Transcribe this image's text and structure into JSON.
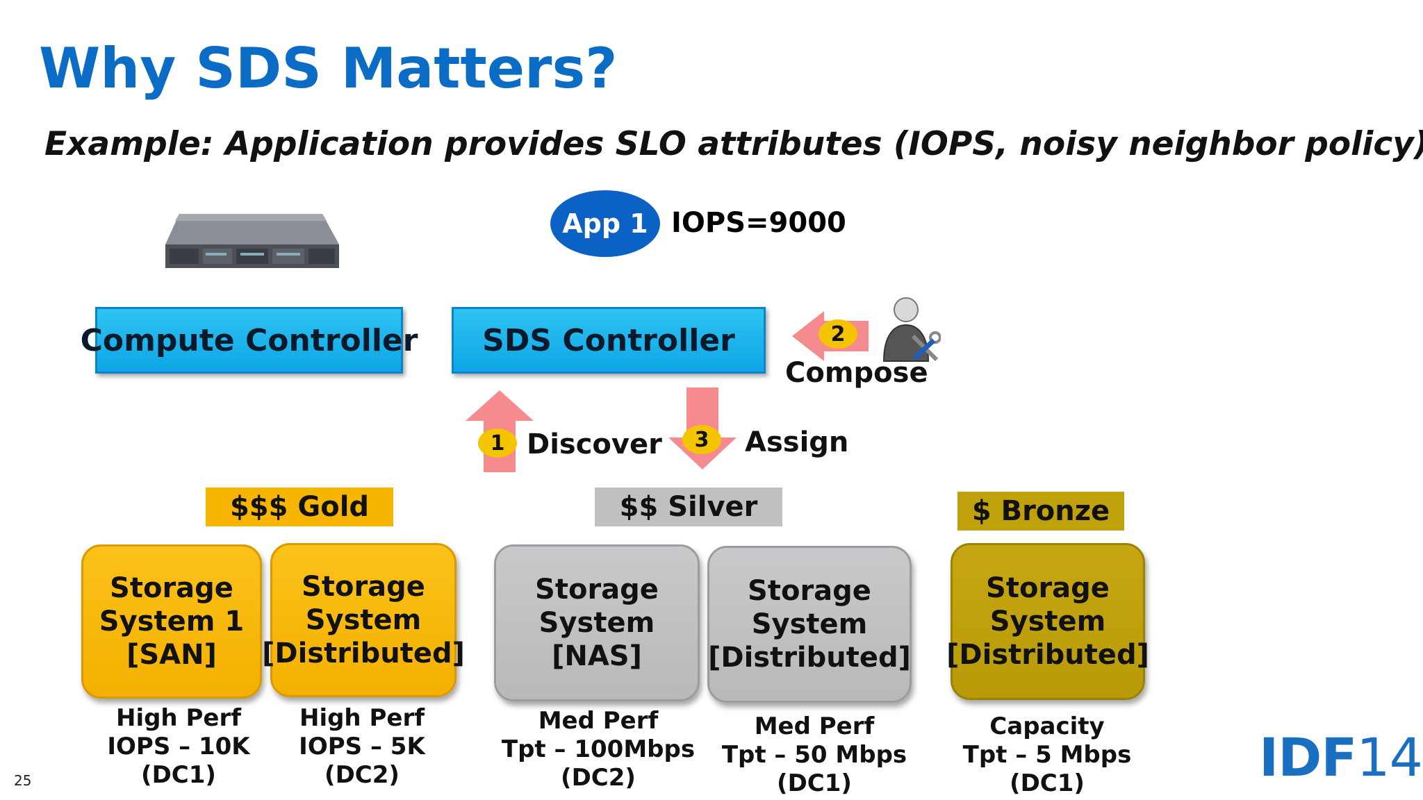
{
  "title": "Why SDS Matters?",
  "subtitle": "Example: Application provides SLO attributes (IOPS, noisy neighbor policy)",
  "app": {
    "label": "App 1",
    "iops": "IOPS=9000"
  },
  "controllers": {
    "compute": "Compute Controller",
    "sds": "SDS Controller"
  },
  "steps": [
    {
      "number": "1",
      "label": "Discover"
    },
    {
      "number": "2",
      "label": "Compose"
    },
    {
      "number": "3",
      "label": "Assign"
    }
  ],
  "tiers": {
    "gold": {
      "label": "$$$ Gold",
      "color": "#f7b500"
    },
    "silver": {
      "label": "$$ Silver",
      "color": "#c0c0c2"
    },
    "bronze": {
      "label": "$ Bronze",
      "color": "#bfa10c"
    }
  },
  "storage_systems": [
    {
      "name_line1": "Storage",
      "name_line2": "System 1",
      "name_line3": "[SAN]",
      "cap1": "High Perf",
      "cap2": "IOPS – 10K",
      "cap3": "(DC1)"
    },
    {
      "name_line1": "Storage",
      "name_line2": "System",
      "name_line3": "[Distributed]",
      "cap1": "High Perf",
      "cap2": "IOPS – 5K",
      "cap3": "(DC2)"
    },
    {
      "name_line1": "Storage",
      "name_line2": "System",
      "name_line3": "[NAS]",
      "cap1": "Med Perf",
      "cap2": "Tpt – 100Mbps",
      "cap3": "(DC2)"
    },
    {
      "name_line1": "Storage",
      "name_line2": "System",
      "name_line3": "[Distributed]",
      "cap1": "Med Perf",
      "cap2": "Tpt – 50 Mbps",
      "cap3": "(DC1)"
    },
    {
      "name_line1": "Storage",
      "name_line2": "System",
      "name_line3": "[Distributed]",
      "cap1": "Capacity",
      "cap2": "Tpt – 5 Mbps",
      "cap3": "(DC1)"
    }
  ],
  "slide_number": "25",
  "logo": {
    "prefix": "IDF",
    "suffix": "14"
  },
  "icons": {
    "server": "server-rack-icon",
    "admin": "admin-tools-icon"
  },
  "colors": {
    "title": "#0a6cc4",
    "controller": "#18b0ec",
    "arrow": "#f58a8f",
    "badge": "#f5c400"
  }
}
